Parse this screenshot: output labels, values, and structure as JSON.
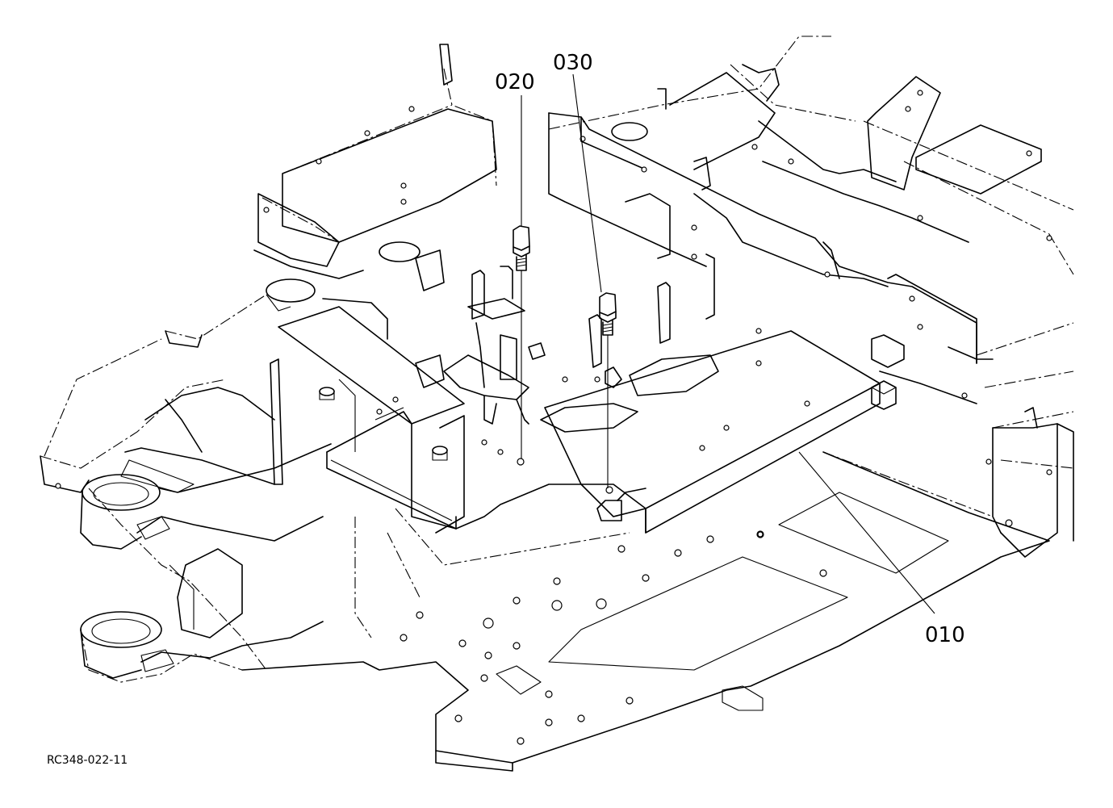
{
  "callouts": {
    "part_010": "010",
    "part_020": "020",
    "part_030": "030"
  },
  "reference_code": "RC348-022-11",
  "colors": {
    "line": "#000000",
    "background": "#ffffff"
  }
}
